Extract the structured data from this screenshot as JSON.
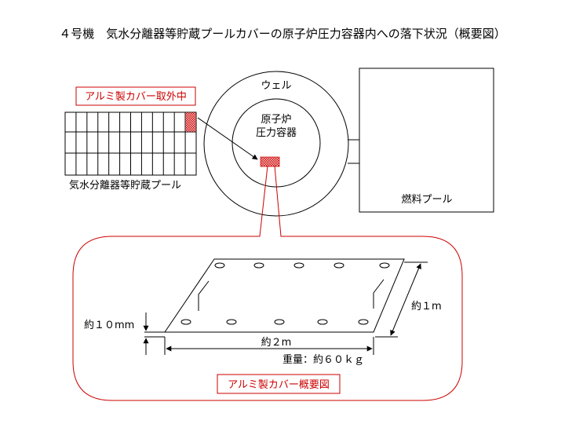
{
  "title": "４号機　気水分離器等貯蔵プールカバーの原子炉圧力容器内への落下状況（概要図）",
  "labels": {
    "well": "ウェル",
    "rpv_line1": "原子炉",
    "rpv_line2": "圧力容器",
    "fuel_pool": "燃料プール",
    "separator_pool": "気水分離器等貯蔵プール",
    "removing": "アルミ製カバー取外中",
    "thickness": "約１０mm",
    "length": "約２m",
    "width": "約１m",
    "weight": "重量：約６０ｋｇ",
    "overview": "アルミ製カバー概要図"
  },
  "colors": {
    "accent_red": "#cc0000",
    "hatch_red": "#d01010",
    "line": "#000000"
  }
}
